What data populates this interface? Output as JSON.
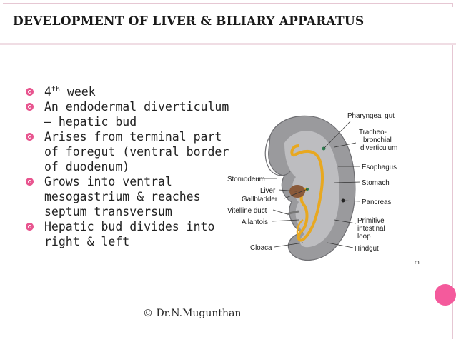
{
  "slide": {
    "title": "DEVELOPMENT OF LIVER & BILIARY APPARATUS",
    "copyright": "© Dr.N.Mugunthan",
    "accent_color": "#f45a9c",
    "bullet_color": "#e8558f"
  },
  "bullets": [
    {
      "text_main": "4",
      "text_sup": "th",
      "text_rest": " week"
    },
    {
      "text": "An endodermal diverticulum – hepatic bud"
    },
    {
      "text": "Arises from terminal part of foregut (ventral border of duodenum)"
    },
    {
      "text": "Grows into ventral mesogastrium & reaches septum transversum"
    },
    {
      "text": "Hepatic bud divides into right & left"
    }
  ],
  "figure": {
    "labels": {
      "pharyngeal_gut": "Pharyngeal gut",
      "tracheo1": "Tracheo-",
      "tracheo2": "bronchial",
      "tracheo3": "diverticulum",
      "esophagus": "Esophagus",
      "stomach": "Stomach",
      "pancreas": "Pancreas",
      "primitive1": "Primitive",
      "primitive2": "intestinal",
      "primitive3": "loop",
      "hindgut": "Hindgut",
      "stomodeum": "Stomodeum",
      "liver": "Liver",
      "gallbladder": "Gallbladder",
      "vitelline": "Vitelline duct",
      "allantois": "Allantois",
      "cloaca": "Cloaca",
      "corner_mark": "m"
    }
  }
}
